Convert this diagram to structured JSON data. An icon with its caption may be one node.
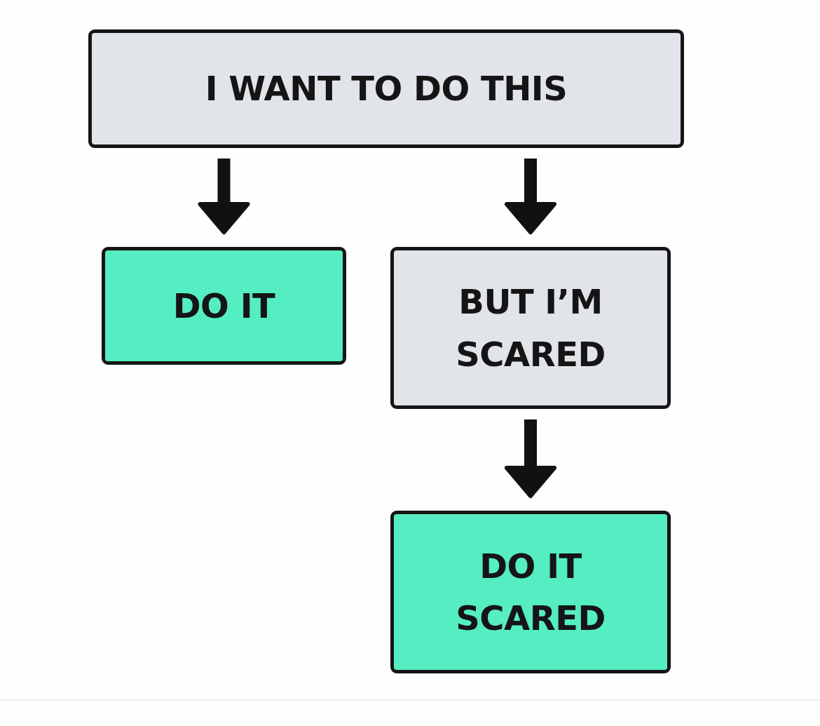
{
  "diagram": {
    "nodes": [
      {
        "text": [
          "I WANT TO DO THIS"
        ]
      },
      {
        "text": [
          "DO IT"
        ]
      },
      {
        "text": [
          "BUT I’M SCARED"
        ]
      },
      {
        "text": [
          "DO IT SCARED"
        ]
      }
    ],
    "edges": [
      {
        "from": 0,
        "to": 1,
        "arrow": "to"
      },
      {
        "from": 0,
        "to": 2,
        "arrow": "to"
      },
      {
        "from": 2,
        "to": 3,
        "arrow": "to"
      }
    ]
  }
}
